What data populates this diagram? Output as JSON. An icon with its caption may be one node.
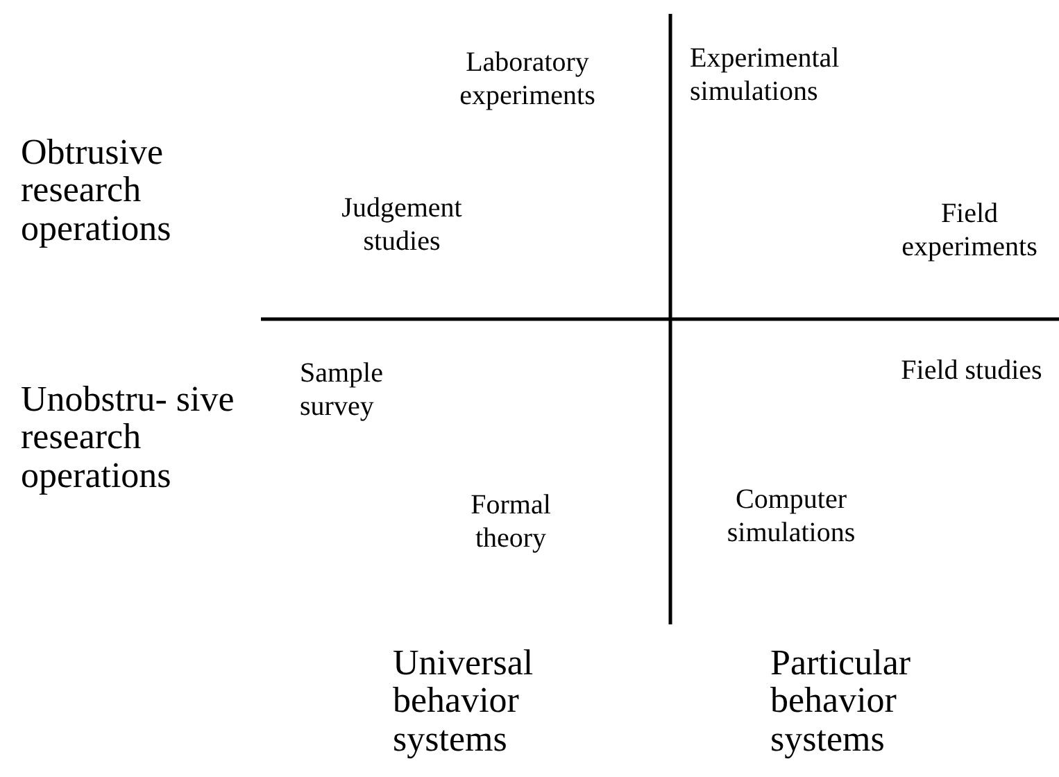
{
  "diagram": {
    "labels": [
      "Laboratory experiments",
      "Experimental simulations",
      "Obtrusive research operations",
      "Judgement studies",
      "Field experiments",
      "Sample survey",
      "Field studies",
      "Unobstru- sive research operations",
      "Formal theory",
      "Computer simulations",
      "Universal behavior systems",
      "Particular behavior systems"
    ]
  }
}
